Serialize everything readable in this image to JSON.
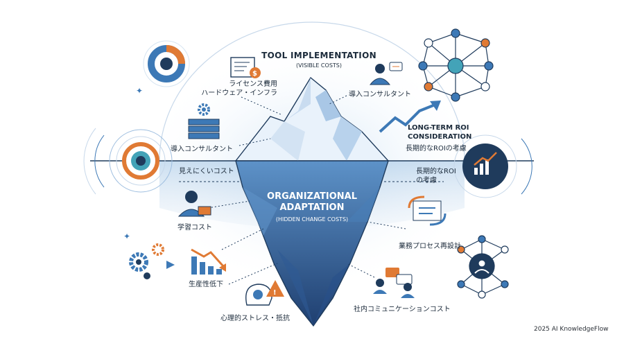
{
  "top": {
    "title": "TOOL IMPLEMENTATION",
    "subtitle": "(VISIBLE COSTS)"
  },
  "visible_costs": {
    "license": "ライセンス費用\nハードウェア・インフラ",
    "consultant_left": "導入コンサルタント",
    "consultant_right": "導入コンサルタント"
  },
  "hidden": {
    "title": "ORGANIZATIONAL\nADAPTATION",
    "subtitle": "(HIDDEN CHANGE COSTS)",
    "waterline_left": "見えにくいコスト",
    "waterline_right": "長期的なROI\nの考慮",
    "learning": "学習コスト",
    "productivity": "生産性低下",
    "stress": "心理的ストレス・抵抗",
    "process": "業務プロセス再設計",
    "communication": "社内コミュニケーションコスト"
  },
  "roi": {
    "title_en": "LONG-TERM ROI\nCONSIDERATION",
    "title_ja": "長期的なROIの考慮"
  },
  "footer": "2025 AI KnowledgeFlow",
  "colors": {
    "navy": "#1f3b5c",
    "blue": "#3d79b6",
    "orange": "#e07a34",
    "teal": "#43a3b8",
    "ice": "#bcd6ec"
  },
  "icons": [
    "donut-chart-icon",
    "invoice-icon",
    "server-icon",
    "gear-icon",
    "consultant-icon",
    "chat-icon",
    "trend-arrow-icon",
    "network-icon",
    "growth-chart-icon",
    "learner-icon",
    "gears-icon",
    "decline-chart-icon",
    "stress-head-icon",
    "warning-icon",
    "process-cycle-icon",
    "conversation-icon",
    "people-network-icon"
  ]
}
